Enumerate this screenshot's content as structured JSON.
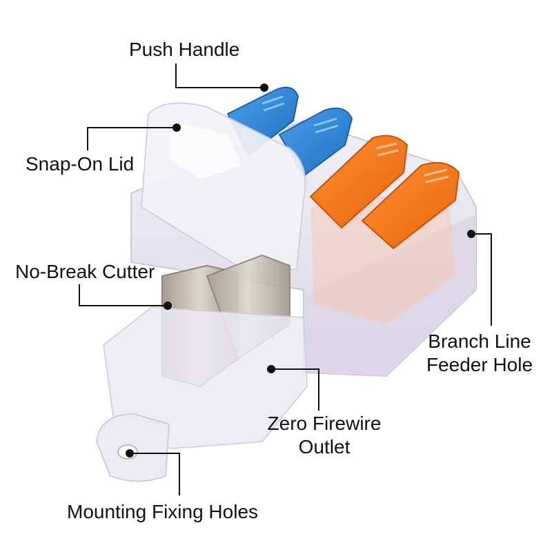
{
  "callouts": {
    "push_handle": "Push Handle",
    "snap_on_lid": "Snap-On Lid",
    "no_break_cutter": "No-Break Cutter",
    "branch_line_1": "Branch Line",
    "branch_line_2": "Feeder Hole",
    "zero_firewire_1": "Zero Firewire",
    "zero_firewire_2": "Outlet",
    "mounting_holes": "Mounting Fixing Holes"
  },
  "colors": {
    "blue_handle": "#2b84d6",
    "orange_handle": "#f07a1c",
    "clear_body": "#e7e6f1",
    "metal": "#bfb6aa",
    "callout_line": "#111111"
  }
}
